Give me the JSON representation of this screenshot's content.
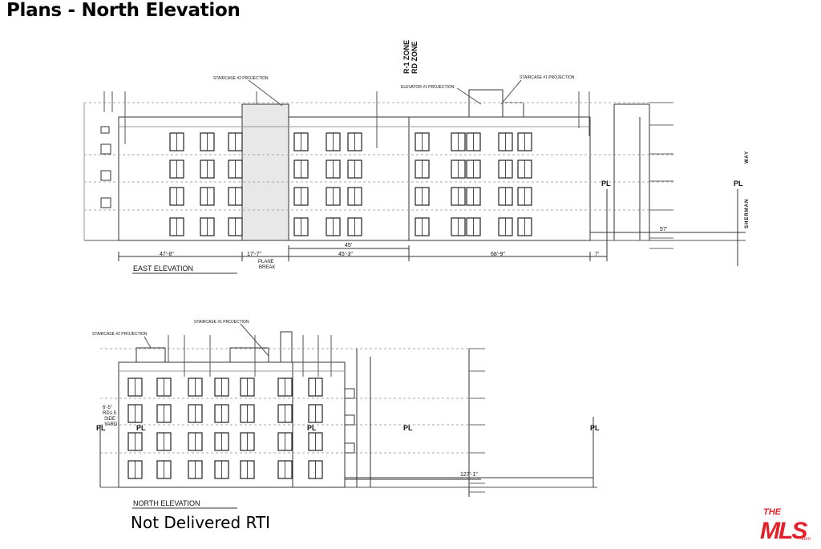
{
  "header": {
    "title": "Plans - North Elevation"
  },
  "east": {
    "caption": "EAST ELEVATION",
    "staircase2": "STAIRCASE #2 PROJECTION",
    "staircase1": "STAIRCASE #1 PROJECTION",
    "elevator": "ELEVATOR #1 PROJECTION",
    "zone1": "R-1 ZONE",
    "zone2": "RD ZONE",
    "dims": {
      "d1": "47'-8\"",
      "d2": "17'-7\"",
      "d3": "45'-3\"",
      "d4": "68'-9\"",
      "d5": "7'",
      "overall": "45'",
      "right": "57'"
    },
    "plane1": "PLANE",
    "plane2": "BREAK",
    "pl_left": "PL",
    "pl_right": "PL",
    "street1": "SHERMAN",
    "street2": "WAY"
  },
  "north": {
    "caption": "NORTH ELEVATION",
    "staircase2": "STAIRCASE #2 PROJECTION",
    "staircase1": "STAIRCASE #1 PROJECTION",
    "side1": "6'-5\"",
    "side2": "RD1.5",
    "side3": "SIDE",
    "side4": "YARD",
    "pl": [
      "PL",
      "PL",
      "PL",
      "PL",
      "PL"
    ],
    "dim": "127'-1\""
  },
  "footer": {
    "status": "Not Delivered RTI",
    "logo_top": "THE",
    "logo_main": "MLS",
    "logo_suffix": ".com"
  },
  "colors": {
    "line": "#333333",
    "logo": "#e4202a"
  }
}
